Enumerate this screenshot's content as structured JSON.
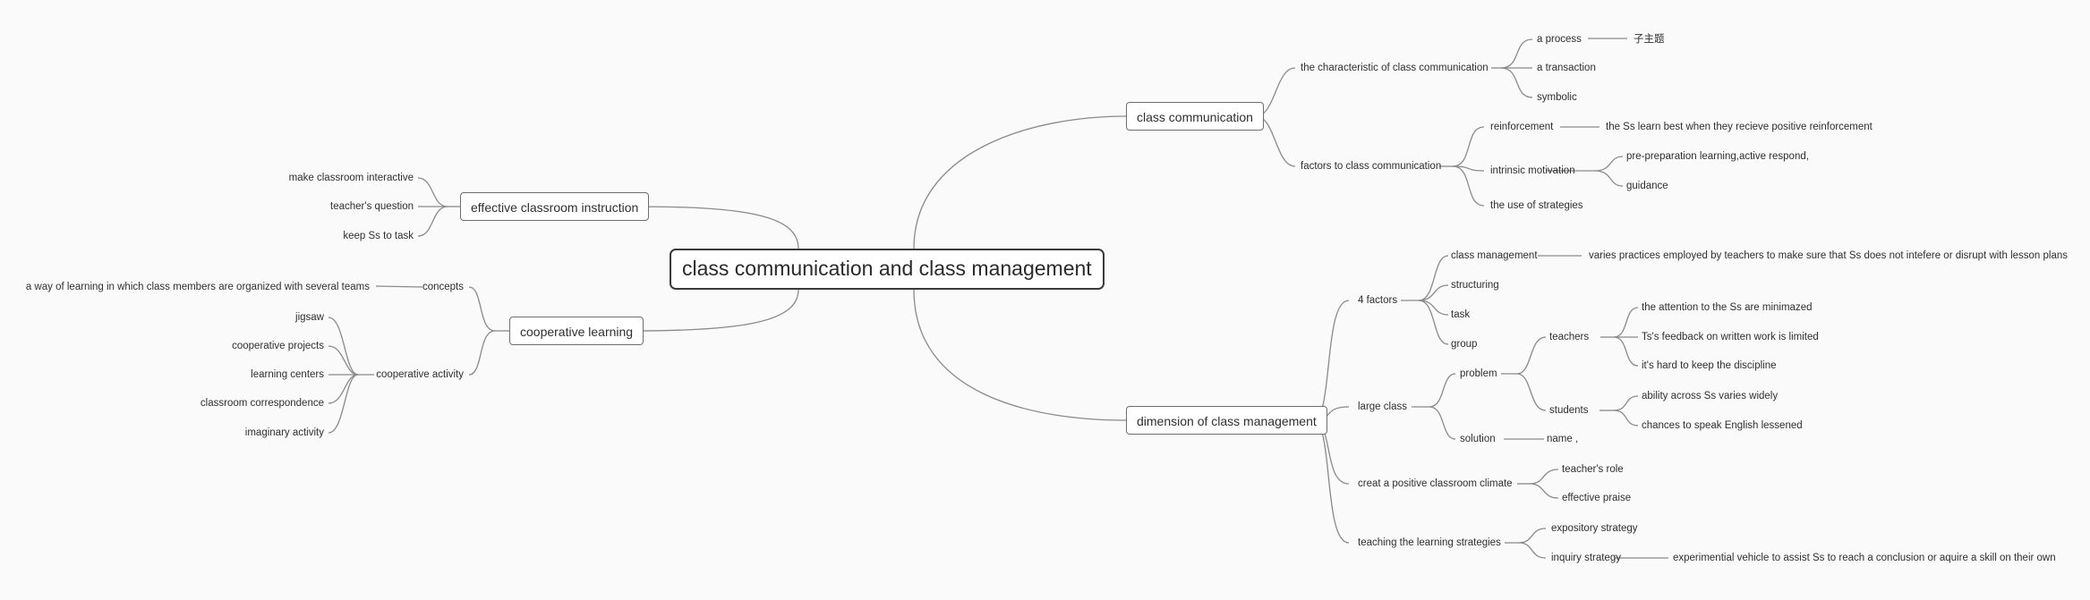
{
  "root": "class communication and class management",
  "branches": {
    "communication": {
      "label": "class communication",
      "characteristic": {
        "label": "the characteristic of class communication",
        "process": "a process",
        "subtopic": "子主题",
        "transaction": "a transaction",
        "symbolic": "symbolic"
      },
      "factors": {
        "label": "factors to class communication",
        "reinforcement": "reinforcement",
        "reinforcement_note": "the Ss learn best when they recieve positive reinforcement",
        "motivation": "intrinsic motivation",
        "preparation": "pre-preparation learning,active respond,",
        "guidance": "guidance",
        "strategies": "the use of strategies"
      }
    },
    "management": {
      "label": "dimension of class management",
      "factors": {
        "label": "4 factors",
        "class_management": "class management",
        "class_management_note": "varies practices employed by teachers to make sure that Ss does not intefere or disrupt with lesson plans",
        "structuring": "structuring",
        "task": "task",
        "group": "group"
      },
      "large_class": {
        "label": "large class",
        "problem": "problem",
        "teachers": "teachers",
        "attention": "the attention to the Ss are minimazed",
        "feedback": "Ts's feedback on written work is limited",
        "discipline": "it's hard to keep the discipline",
        "students": "students",
        "ability": "ability across Ss varies widely",
        "chances": "chances to speak English lessened",
        "solution": "solution",
        "name": "name ,"
      },
      "climate": {
        "label": "creat a positive classroom climate",
        "role": "teacher's role",
        "praise": "effective praise"
      },
      "teaching": {
        "label": "teaching the learning strategies",
        "expository": "expository strategy",
        "inquiry": "inquiry strategy",
        "inquiry_note": "experimential vehicle to assist Ss to reach a conclusion or aquire a skill on their own"
      }
    },
    "instruction": {
      "label": "effective classroom instruction",
      "interactive": "make classroom interactive",
      "question": "teacher's question",
      "task": "keep Ss to task"
    },
    "cooperative": {
      "label": "cooperative learning",
      "concepts": "concepts",
      "concepts_note": "a way of learning in which class members are organized with several teams",
      "activity": "cooperative activity",
      "jigsaw": "jigsaw",
      "projects": "cooperative projects",
      "centers": "learning centers",
      "correspondence": "classroom correspondence",
      "imaginary": "imaginary activity"
    }
  }
}
